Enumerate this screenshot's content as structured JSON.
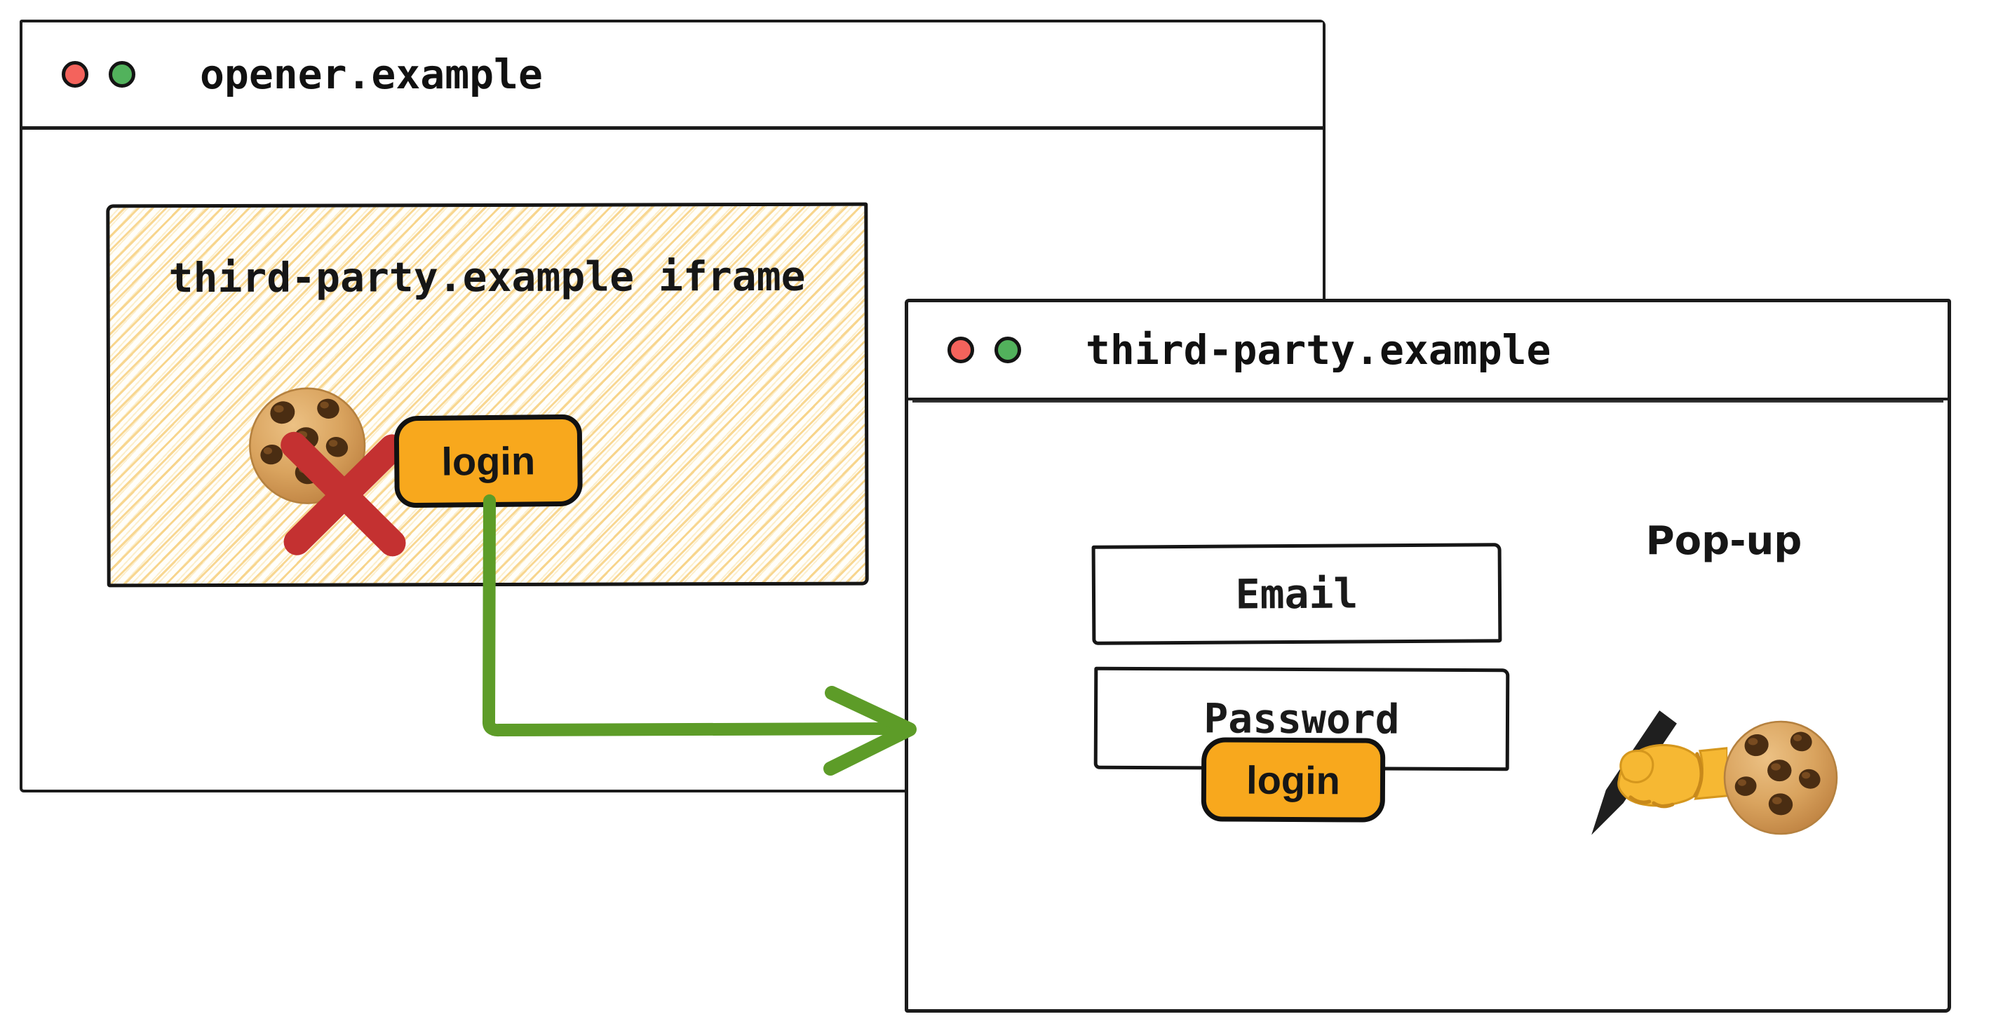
{
  "opener_window": {
    "title": "opener.example",
    "traffic_lights": [
      "red",
      "green"
    ],
    "iframe": {
      "label": "third-party.example iframe",
      "login_button_label": "login"
    }
  },
  "popup_window": {
    "title": "third-party.example",
    "traffic_lights": [
      "red",
      "green"
    ],
    "annotation": "Pop-up",
    "email_field": "Email",
    "password_field": "Password",
    "login_button_label": "login"
  },
  "icons": {
    "blocked_cookie": "cookie-icon with red cross-icon (third-party cookie blocked)",
    "writing_hand": "writing-hand-icon (cookie being written)",
    "popup_cookie": "cookie-icon"
  },
  "colors": {
    "ink": "#1b1b1b",
    "accent_orange": "#f8a81d",
    "arrow_green": "#5d9c28",
    "blocked_red": "#c43131",
    "traffic_red": "#f4635c",
    "traffic_green": "#52b25c",
    "hatch_yellow": "#f6cd78"
  }
}
